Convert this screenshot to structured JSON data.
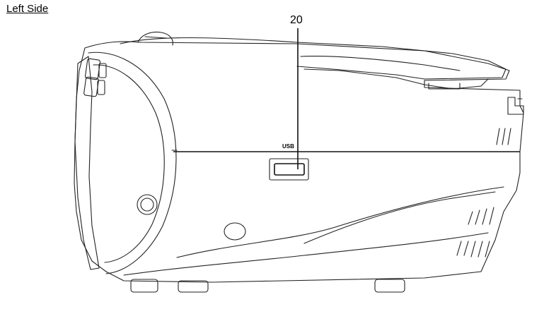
{
  "heading": "Left Side",
  "callout": {
    "number": "20"
  },
  "labels": {
    "usb": "USB"
  }
}
